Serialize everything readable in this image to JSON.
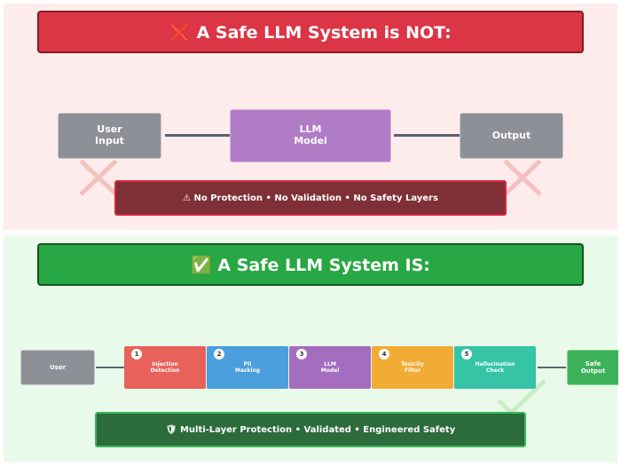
{
  "top": {
    "banner": "❌ A Safe LLM System is NOT:",
    "nodes": {
      "user": "User\nInput",
      "model": "LLM\nModel",
      "output": "Output"
    },
    "footer": "⚠ No Protection • No Validation • No Safety Layers"
  },
  "bottom": {
    "banner": "✅ A Safe LLM System IS:",
    "user": "User",
    "layers": [
      {
        "num": "1",
        "label": "Injection\nDetection",
        "color": "#e8625a"
      },
      {
        "num": "2",
        "label": "PII\nMasking",
        "color": "#4a9fdc"
      },
      {
        "num": "3",
        "label": "LLM\nModel",
        "color": "#a46dc0"
      },
      {
        "num": "4",
        "label": "Toxicity\nFilter",
        "color": "#f2ab35"
      },
      {
        "num": "5",
        "label": "Hallucination\nCheck",
        "color": "#36c4a6"
      }
    ],
    "output": "Safe\nOutput",
    "footer": "🛡 Multi-Layer Protection • Validated • Engineered Safety"
  },
  "colors": {
    "danger": "#dc3545",
    "success": "#28a745",
    "model": "#b07cc6",
    "neutral": "#8d9197"
  }
}
